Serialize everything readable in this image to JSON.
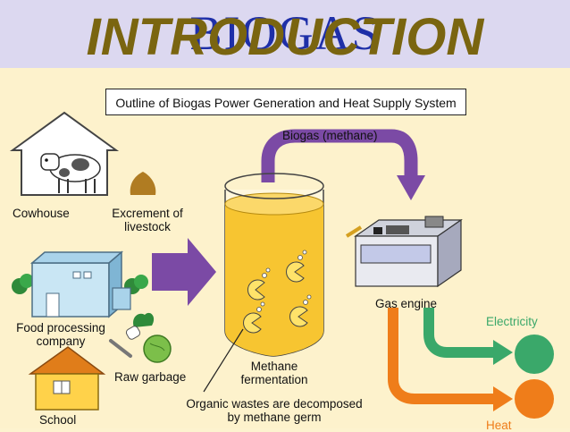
{
  "slide": {
    "title": "INTRODUCTION",
    "title_behind": "BIOGAS"
  },
  "diagram": {
    "outline_title": "Outline of Biogas Power Generation and Heat Supply System",
    "labels": {
      "biogas": "Biogas (methane)",
      "cowhouse": "Cowhouse",
      "excrement": "Excrement of livestock",
      "excrement_line1": "Excrement of",
      "excrement_line2": "livestock",
      "food_company_line1": "Food processing",
      "food_company_line2": "company",
      "raw_garbage": "Raw garbage",
      "school": "School",
      "methane_line1": "Methane",
      "methane_line2": "fermentation",
      "organic_line1": "Organic wastes are decomposed",
      "organic_line2": "by methane germ",
      "gas_engine": "Gas engine",
      "electricity": "Electricity",
      "heat": "Heat"
    },
    "colors": {
      "header_band": "#dcd8f0",
      "title": "#7a6510",
      "title_behind": "#1e2fa8",
      "background": "#fdf2cc",
      "arrow_purple": "#7b4aa5",
      "tank_liquid": "#f7c531",
      "electricity_green": "#3aa86a",
      "heat_orange": "#ef7d1a"
    }
  }
}
